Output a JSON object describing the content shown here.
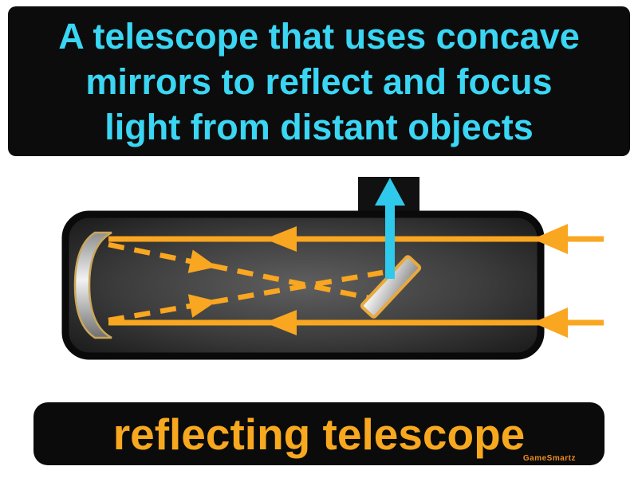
{
  "definition": {
    "line1": "A telescope that uses concave",
    "line2": "mirrors to reflect and focus",
    "line3": "light from distant objects"
  },
  "term": "reflecting telescope",
  "watermark": "GameSmartz",
  "colors": {
    "definition_text": "#3ad6f3",
    "term_text": "#f7a81f",
    "ray_orange": "#f9a620",
    "exit_arrow_cyan": "#2fc9ec",
    "banner_black": "#0c0c0c",
    "tube_dark": "#2e2e2e",
    "background": "#ffffff"
  },
  "diagram": {
    "elements": {
      "tube": "telescope-tube",
      "eyepiece": "eyepiece-housing",
      "primary_mirror": "concave-primary-mirror",
      "secondary_mirror": "flat-secondary-mirror",
      "incoming_rays": "incoming-light-rays",
      "reflected_rays": "reflected-light-rays-dashed",
      "exit_arrow": "light-to-eyepiece-arrow"
    }
  }
}
